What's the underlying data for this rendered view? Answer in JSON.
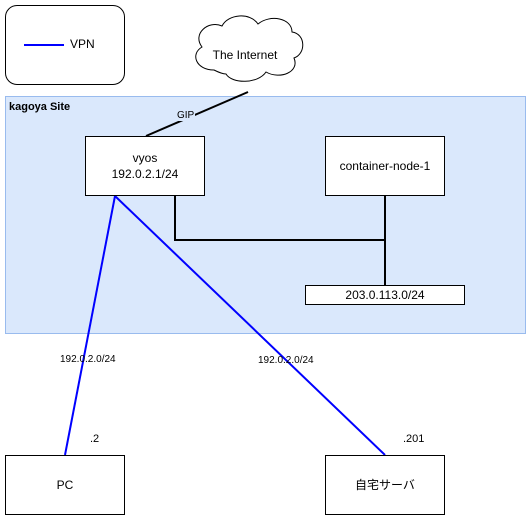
{
  "legend": {
    "label": "VPN",
    "color": "#0000ff"
  },
  "site": {
    "label": "kagoya Site",
    "fill": "#dae8fc"
  },
  "nodes": {
    "internet": "The Internet",
    "vyos_name": "vyos",
    "vyos_ip": "192.0.2.1/24",
    "container": "container-node-1",
    "network": "203.0.113.0/24",
    "pc": "PC",
    "server": "自宅サーバ"
  },
  "edge_labels": {
    "gip": "GIP",
    "pc_network": "192.0.2.0/24",
    "server_network": "192.0.2.0/24",
    "pc_host": ".2",
    "server_host": ".201"
  }
}
